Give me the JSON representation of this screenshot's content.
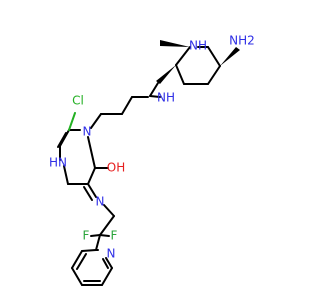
{
  "colors": {
    "carbon": "#000000",
    "nitrogen": "#2f2fe6",
    "oxygen": "#e62020",
    "chlorine": "#23b023",
    "fluorine": "#2aa43a"
  },
  "labels": {
    "amino_nh2": "NH2",
    "piperidine_nh": "NH",
    "amine_nh": "NH",
    "chloro": "Cl",
    "ring_n": "N",
    "ring_hn": "HN",
    "hydroxyl": "OH",
    "imine_n": "N",
    "fluoro_left": "F",
    "fluoro_right": "F",
    "pyridine_n": "N"
  }
}
